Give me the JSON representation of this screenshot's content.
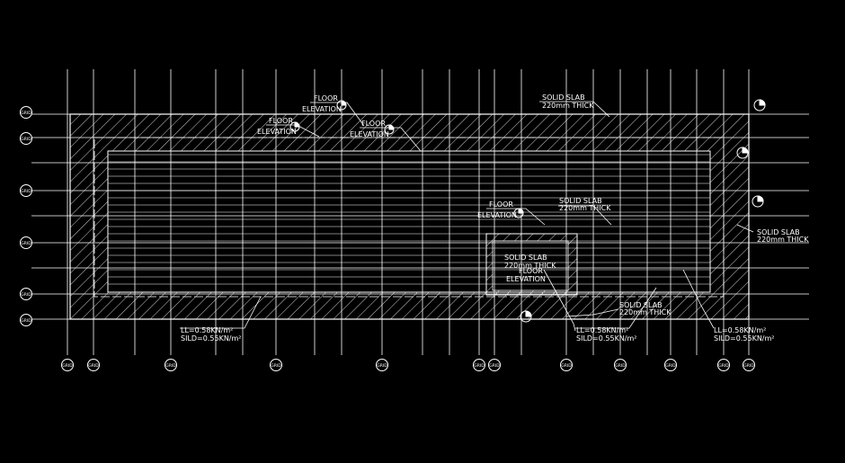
{
  "grid_bubbles": {
    "rows": [
      "GRID",
      "GRID",
      "GRID",
      "GRID",
      "GRID",
      "GRID"
    ],
    "cols": [
      "GRID",
      "GRID",
      "GRID",
      "GRID",
      "GRID",
      "GRID",
      "GRID",
      "GRID",
      "GRID",
      "GRID",
      "GRID",
      "GRID"
    ]
  },
  "annotations": {
    "floor_elev_top_1": [
      "FLOOR",
      "ELEVATION"
    ],
    "floor_elev_top_2": [
      "FLOOR",
      "ELEVATION"
    ],
    "floor_elev_top_3": [
      "FLOOR",
      "ELEVATION"
    ],
    "floor_elev_mid": [
      "FLOOR",
      "ELEVATION"
    ],
    "floor_elev_core": [
      "FLOOR",
      "ELEVATION"
    ],
    "solid_slab_top": [
      "SOLID SLAB",
      "220mm THICK"
    ],
    "solid_slab_mid": [
      "SOLID SLAB",
      "220mm THICK"
    ],
    "solid_slab_right": [
      "SOLID SLAB",
      "220mm THICK"
    ],
    "solid_slab_core": [
      "SOLID SLAB",
      "220mm THICK"
    ],
    "solid_slab_bottom": [
      "SOLID SLAB",
      "220mm THICK"
    ],
    "load_left": [
      "LL=0.58KN/m²",
      "SILD=0.55KN/m²"
    ],
    "load_mid": [
      "LL=0.58KN/m²",
      "SILD=0.55KN/m²"
    ],
    "load_right": [
      "LL=0.58KN/m²",
      "SILD=0.55KN/m²"
    ]
  },
  "colors": {
    "background": "#000000",
    "lines": "#ffffff"
  }
}
